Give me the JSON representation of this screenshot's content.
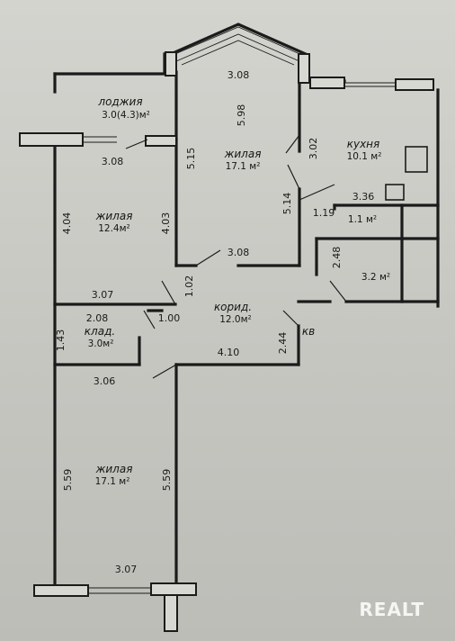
{
  "rooms": [
    {
      "id": "loggia",
      "name": "лоджия",
      "area": "3.0(4.3)м²"
    },
    {
      "id": "living-top",
      "name": "жилая",
      "area": "17.1 м²"
    },
    {
      "id": "kitchen",
      "name": "кухня",
      "area": "10.1 м²"
    },
    {
      "id": "living-left",
      "name": "жилая",
      "area": "12.4м²"
    },
    {
      "id": "wc",
      "name": "",
      "area": "1.1 м²"
    },
    {
      "id": "bath",
      "name": "",
      "area": "3.2 м²"
    },
    {
      "id": "corridor",
      "name": "корид.",
      "area": "12.0м²"
    },
    {
      "id": "storage",
      "name": "клад.",
      "area": "3.0м²"
    },
    {
      "id": "living-bottom",
      "name": "жилая",
      "area": "17.1 м²"
    }
  ],
  "entrance_label": "кв",
  "dimensions": {
    "d_308_top": "3.08",
    "d_598": "5.98",
    "d_302": "3.02",
    "d_308_loggia": "3.08",
    "d_515": "5.15",
    "d_514": "5.14",
    "d_336": "3.36",
    "d_119": "1.19",
    "d_404": "4.04",
    "d_403": "4.03",
    "d_308_mid": "3.08",
    "d_248": "2.48",
    "d_307": "3.07",
    "d_102": "1.02",
    "d_208": "2.08",
    "d_100": "1.00",
    "d_143": "1.43",
    "d_244": "2.44",
    "d_410": "4.10",
    "d_306": "3.06",
    "d_559_left": "5.59",
    "d_559_right": "5.59",
    "d_307_bottom": "3.07"
  },
  "watermark": "REALT"
}
